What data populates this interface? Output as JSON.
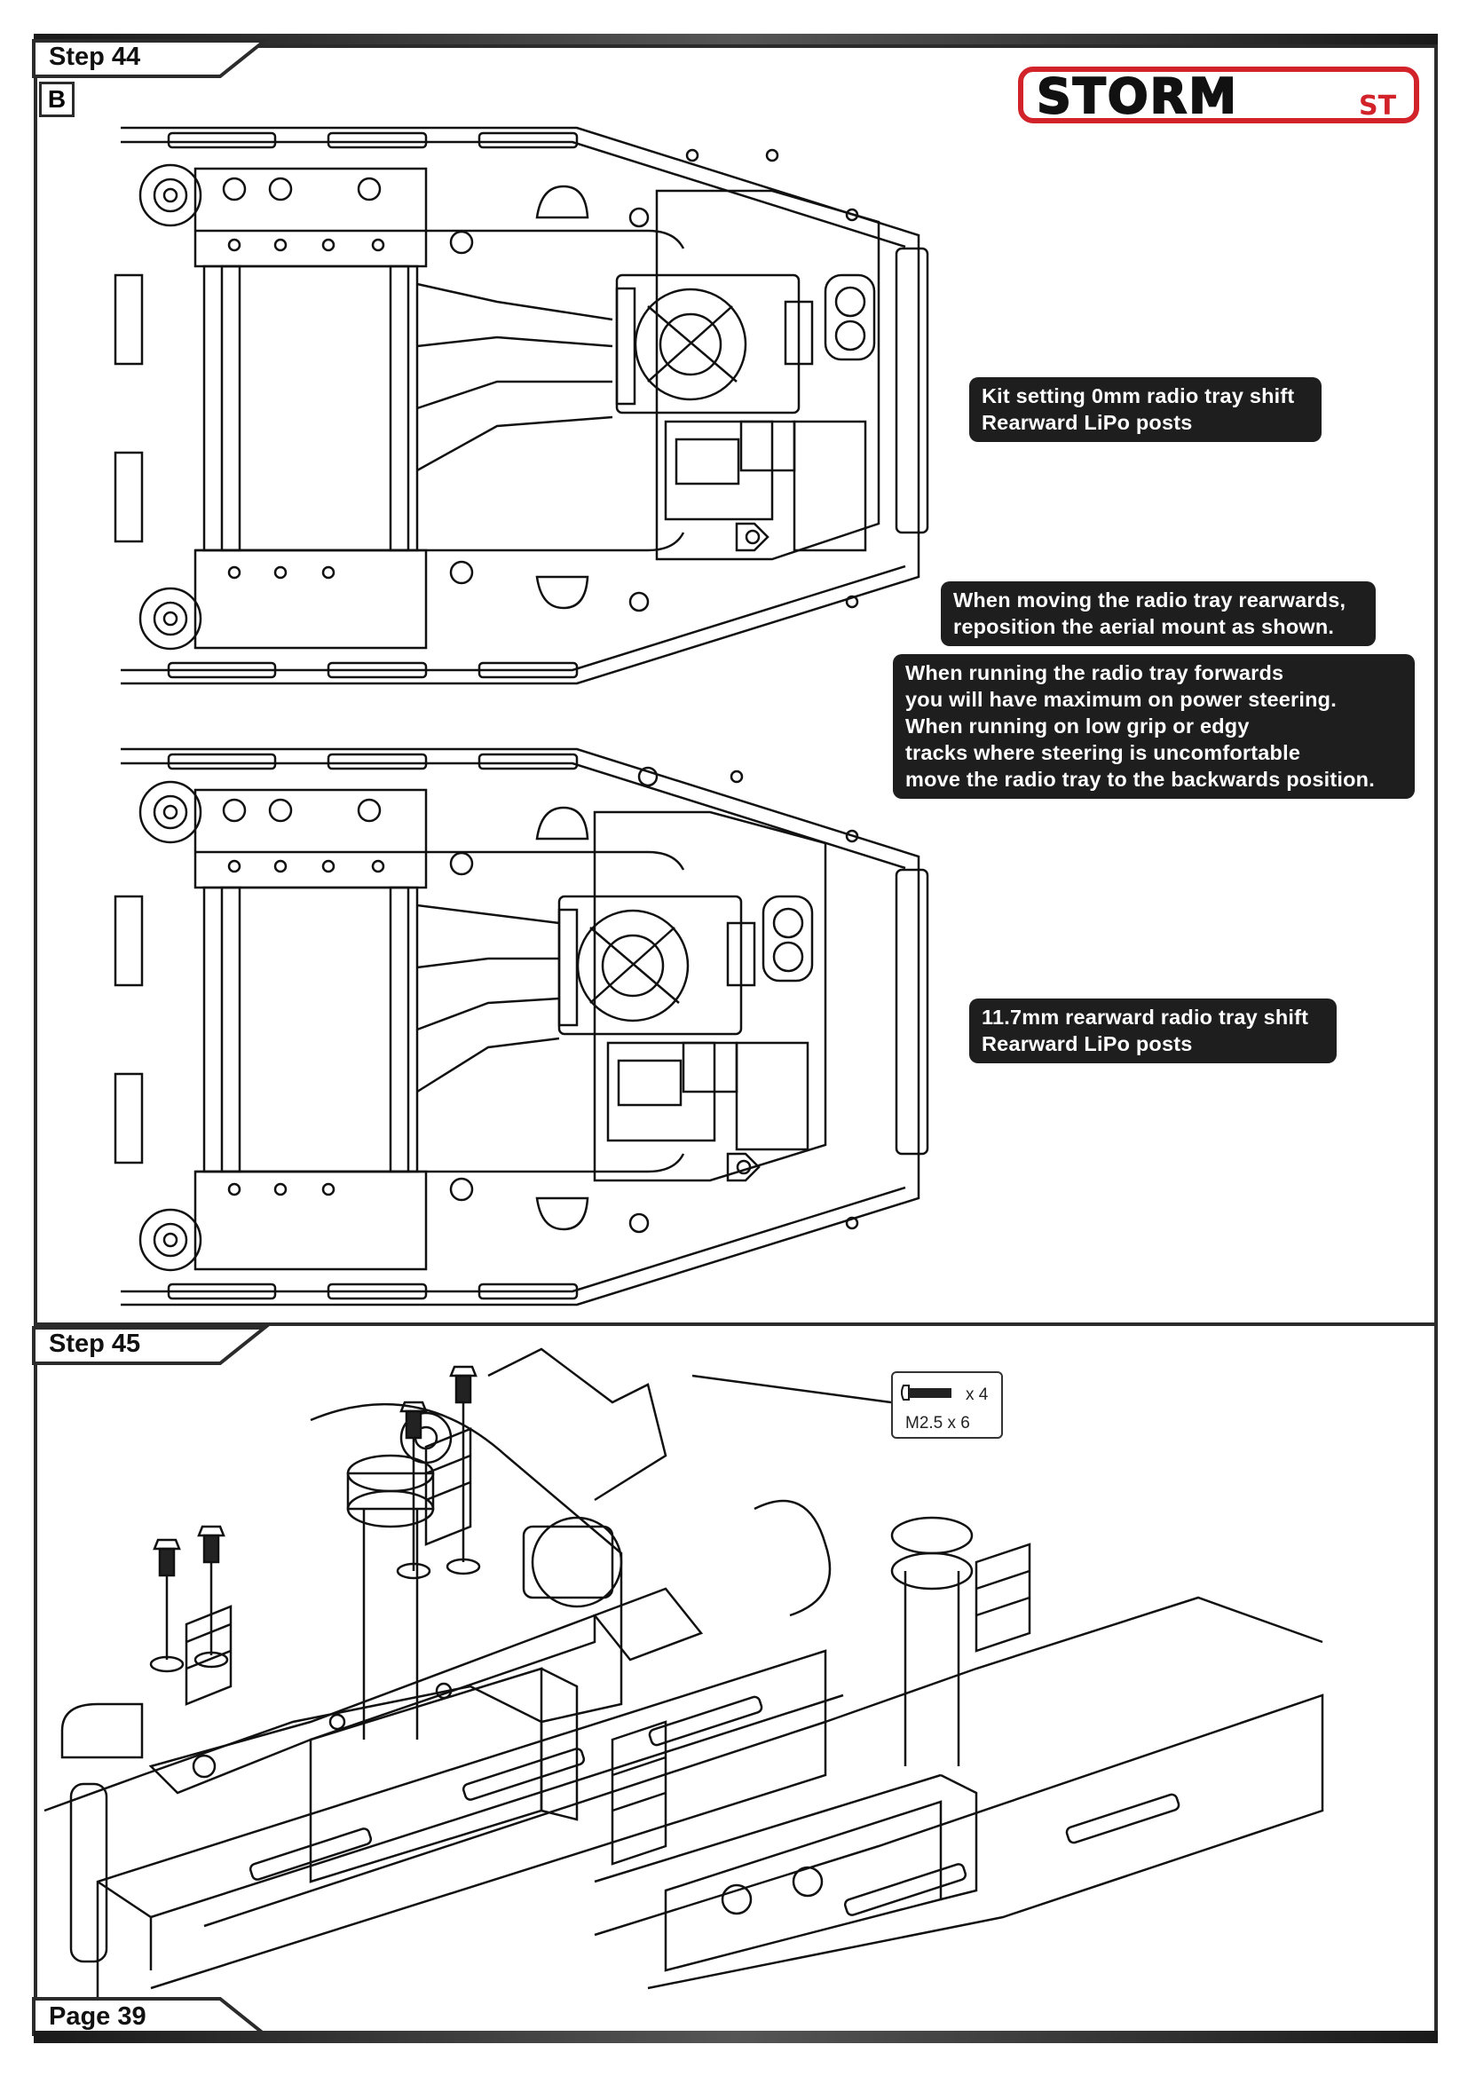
{
  "brand": {
    "logo_text": "STORM",
    "logo_suffix": "ST"
  },
  "step44": {
    "title": "Step 44",
    "sub_label": "B",
    "callouts": [
      {
        "lines": [
          "Kit setting 0mm radio tray shift",
          "Rearward LiPo posts"
        ]
      },
      {
        "lines": [
          "When moving the radio tray rearwards,",
          "reposition the aerial mount as shown."
        ]
      },
      {
        "lines": [
          "When running the radio tray forwards",
          "you will have maximum on power steering.",
          "When running on low grip or edgy",
          "tracks where steering is uncomfortable",
          "move the radio tray to the backwards position."
        ]
      },
      {
        "lines": [
          "11.7mm rearward radio tray shift",
          "Rearward LiPo posts"
        ]
      }
    ]
  },
  "step45": {
    "title": "Step 45",
    "hardware": {
      "quantity": "x 4",
      "size": "M2.5 x 6"
    }
  },
  "footer": {
    "page": "Page 39"
  }
}
